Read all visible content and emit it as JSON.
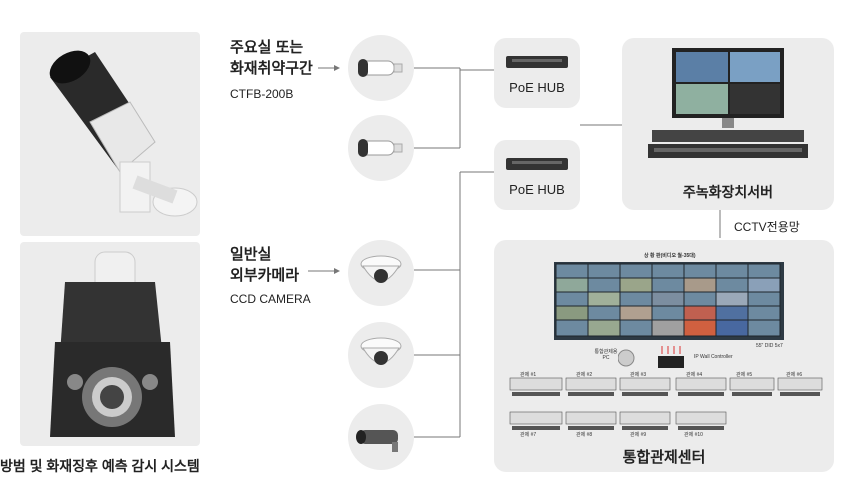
{
  "labels": {
    "fire_zone": [
      "주요실 또는",
      "화재취약구간"
    ],
    "fire_zone_model": "CTFB-200B",
    "general_room": [
      "일반실",
      "외부카메라"
    ],
    "general_room_model": "CCD CAMERA",
    "system_title": "방범 및 화재징후 예측 감시 시스템"
  },
  "hubs": [
    "PoE HUB",
    "PoE HUB"
  ],
  "server": {
    "title": "주녹화장치서버"
  },
  "network": {
    "label": "CCTV전용망"
  },
  "center": {
    "title": "통합관제센터",
    "wall_title": "상 황 판(비디오 월-35대)",
    "wall_spec": "55\" DID 5x7",
    "controller": "IP Wall Controller",
    "control_pc": "통합관제용 PC",
    "desks": [
      "관제 #1",
      "관제 #2",
      "관제 #3",
      "관제 #4",
      "관제 #5",
      "관제 #6",
      "관제 #7",
      "관제 #8",
      "관제 #9",
      "관제 #10"
    ]
  },
  "icons": {
    "camera": "bullet-camera-icon",
    "dome": "dome-camera-icon"
  }
}
